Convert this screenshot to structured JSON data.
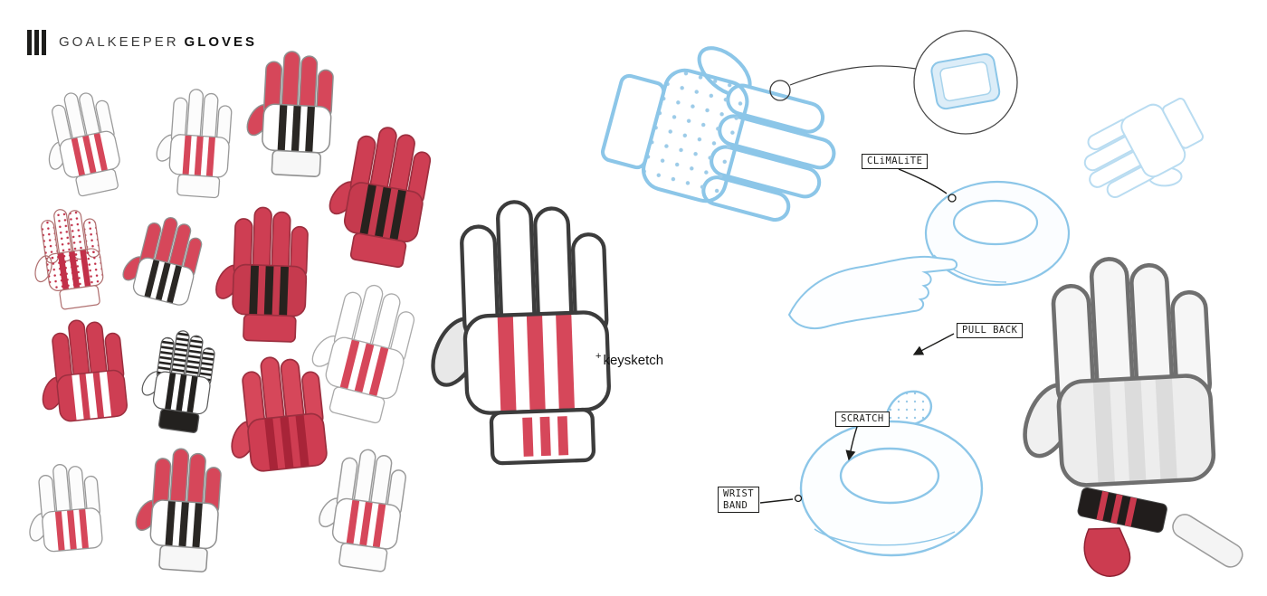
{
  "header": {
    "title_regular": "GOALKEEPER",
    "title_bold": "GLOVES"
  },
  "keysketch": {
    "plus": "+",
    "label": "keysketch"
  },
  "callouts": {
    "climalite": "CLiMALiTE",
    "pull_back": "PULL BACK",
    "scratch": "SCRATCH",
    "wrist_band": {
      "line1": "WRIST",
      "line2": "BAND"
    }
  },
  "palette": {
    "accent_red": "#d6475a",
    "dark_red": "#a82438",
    "ink_black": "#1d1d1b",
    "sketch_blue": "#8cc6e8",
    "sketch_gray": "#8c8c8c"
  },
  "icons": {
    "brand": "bars-logo-icon",
    "magnifier": "magnifier-detail-circle"
  }
}
